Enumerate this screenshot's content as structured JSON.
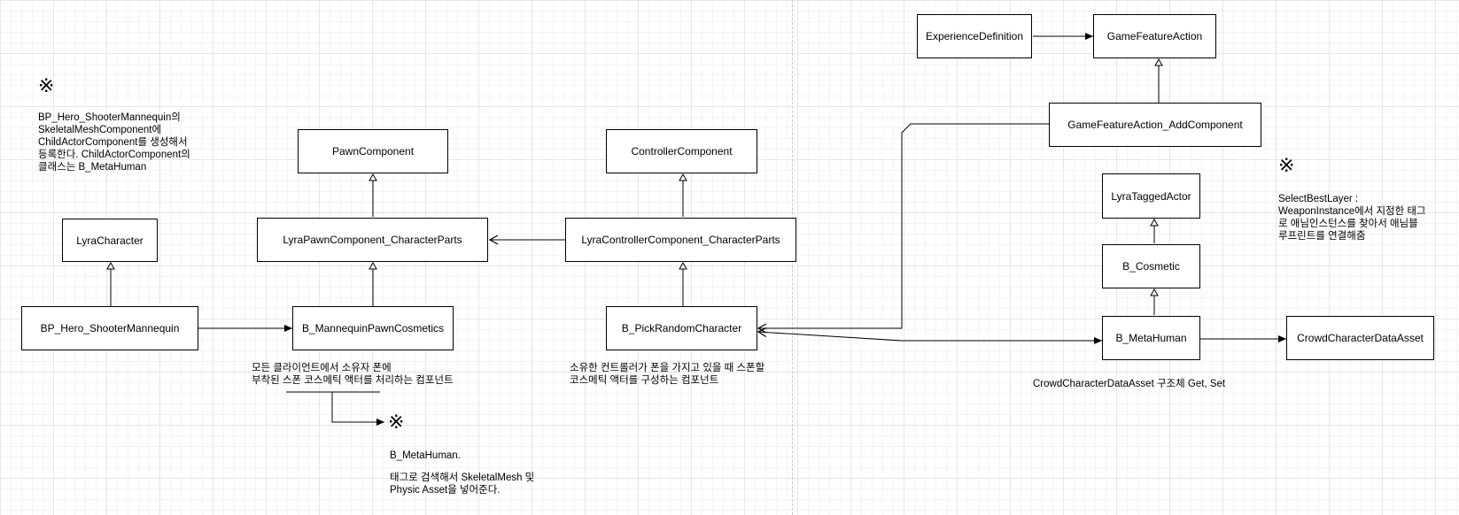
{
  "nodes": {
    "lyra_character": "LyraCharacter",
    "bp_hero": "BP_Hero_ShooterMannequin",
    "pawn_component": "PawnComponent",
    "lyra_pawn_parts": "LyraPawnComponent_CharacterParts",
    "b_mannequin_cosmetics": "B_MannequinPawnCosmetics",
    "controller_component": "ControllerComponent",
    "lyra_controller_parts": "LyraControllerComponent_CharacterParts",
    "b_pick_random": "B_PickRandomCharacter",
    "experience_definition": "ExperienceDefinition",
    "game_feature_action": "GameFeatureAction",
    "gfa_add_component": "GameFeatureAction_AddComponent",
    "lyra_tagged_actor": "LyraTaggedActor",
    "b_cosmetic": "B_Cosmetic",
    "b_metahuman": "B_MetaHuman",
    "crowd_data_asset": "CrowdCharacterDataAsset"
  },
  "notes": {
    "mark": "※",
    "left_note": "BP_Hero_ShooterMannequin의\nSkeletalMeshComponent에\nChildActorComponent를 생성해서\n등록한다. ChildActorComponent의\n클래스는 B_MetaHuman",
    "cosmetics_note": "모든 클라이언트에서 소유자 폰에\n부착된 스폰 코스메틱 액터를 처리하는 컴포넌트",
    "metahuman_note_title": "B_MetaHuman.",
    "metahuman_note_body": "태그로 검색해서 SkeletalMesh 및\nPhysic Asset을 넣어준다.",
    "pick_random_note": "소유한 컨트롤러가 폰을 가지고 있을 때 스폰할\n코스메틱 액터를 구성하는 컴포넌트",
    "crowd_note": "CrowdCharacterDataAsset 구조체 Get, Set",
    "select_layer_note": "SelectBestLayer :\nWeaponInstance에서 지정한 태그\n로 애님인스턴스를 찾아서 애님블\n루프린트를 연결해줌"
  }
}
